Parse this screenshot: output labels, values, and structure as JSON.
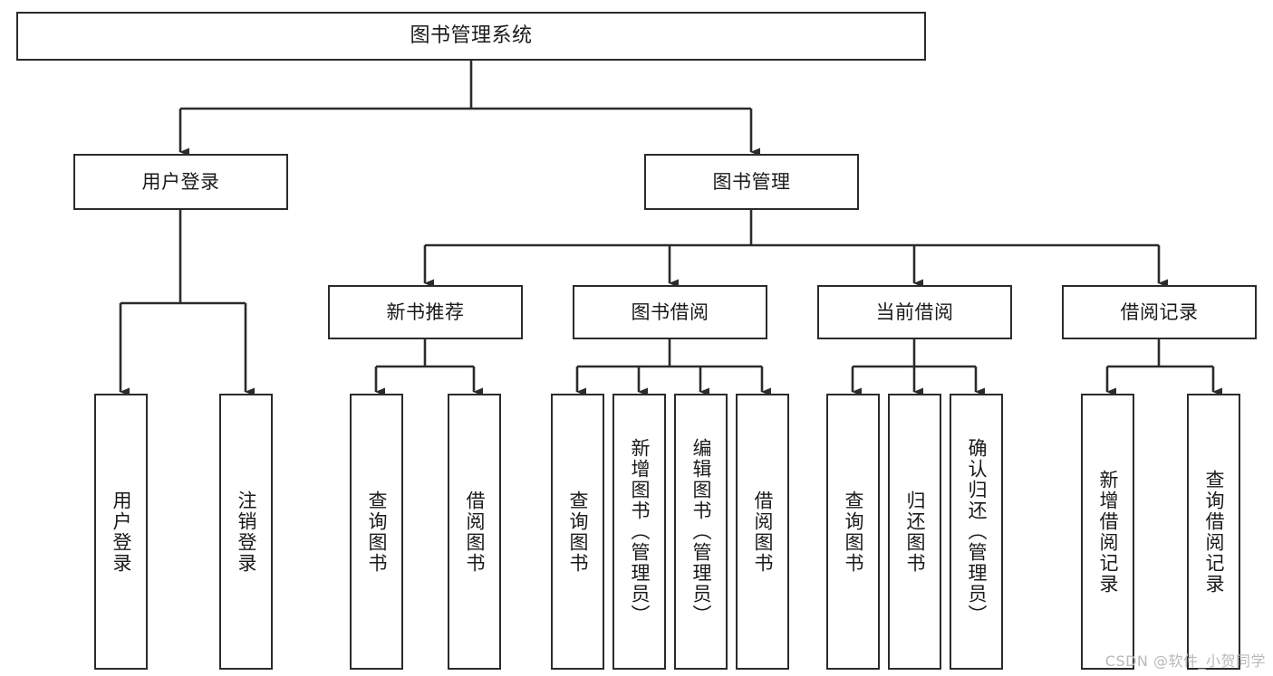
{
  "diagram": {
    "title": "图书管理系统",
    "type": "hierarchy-tree",
    "colors": {
      "background": "#ffffff",
      "box_border": "#2b2b2b",
      "box_fill": "#ffffff",
      "text": "#1a1a1a",
      "edge": "#2b2b2b",
      "watermark": "#b9b9b9"
    },
    "root": {
      "label": "图书管理系统"
    },
    "level2": [
      {
        "label": "用户登录"
      },
      {
        "label": "图书管理"
      }
    ],
    "level3": [
      {
        "label": "新书推荐"
      },
      {
        "label": "图书借阅"
      },
      {
        "label": "当前借阅"
      },
      {
        "label": "借阅记录"
      }
    ],
    "leaves": {
      "user_login": [
        {
          "label": "用户登录"
        },
        {
          "label": "注销登录"
        }
      ],
      "new_book_recommend": [
        {
          "label": "查询图书"
        },
        {
          "label": "借阅图书"
        }
      ],
      "book_borrow": [
        {
          "label": "查询图书"
        },
        {
          "label": "新增图书（管理员）"
        },
        {
          "label": "编辑图书（管理员）"
        },
        {
          "label": "借阅图书"
        }
      ],
      "current_borrow": [
        {
          "label": "查询图书"
        },
        {
          "label": "归还图书"
        },
        {
          "label": "确认归还（管理员）"
        }
      ],
      "borrow_record": [
        {
          "label": "新增借阅记录"
        },
        {
          "label": "查询借阅记录"
        }
      ]
    },
    "watermark": "CSDN @软件_小贺同学"
  }
}
